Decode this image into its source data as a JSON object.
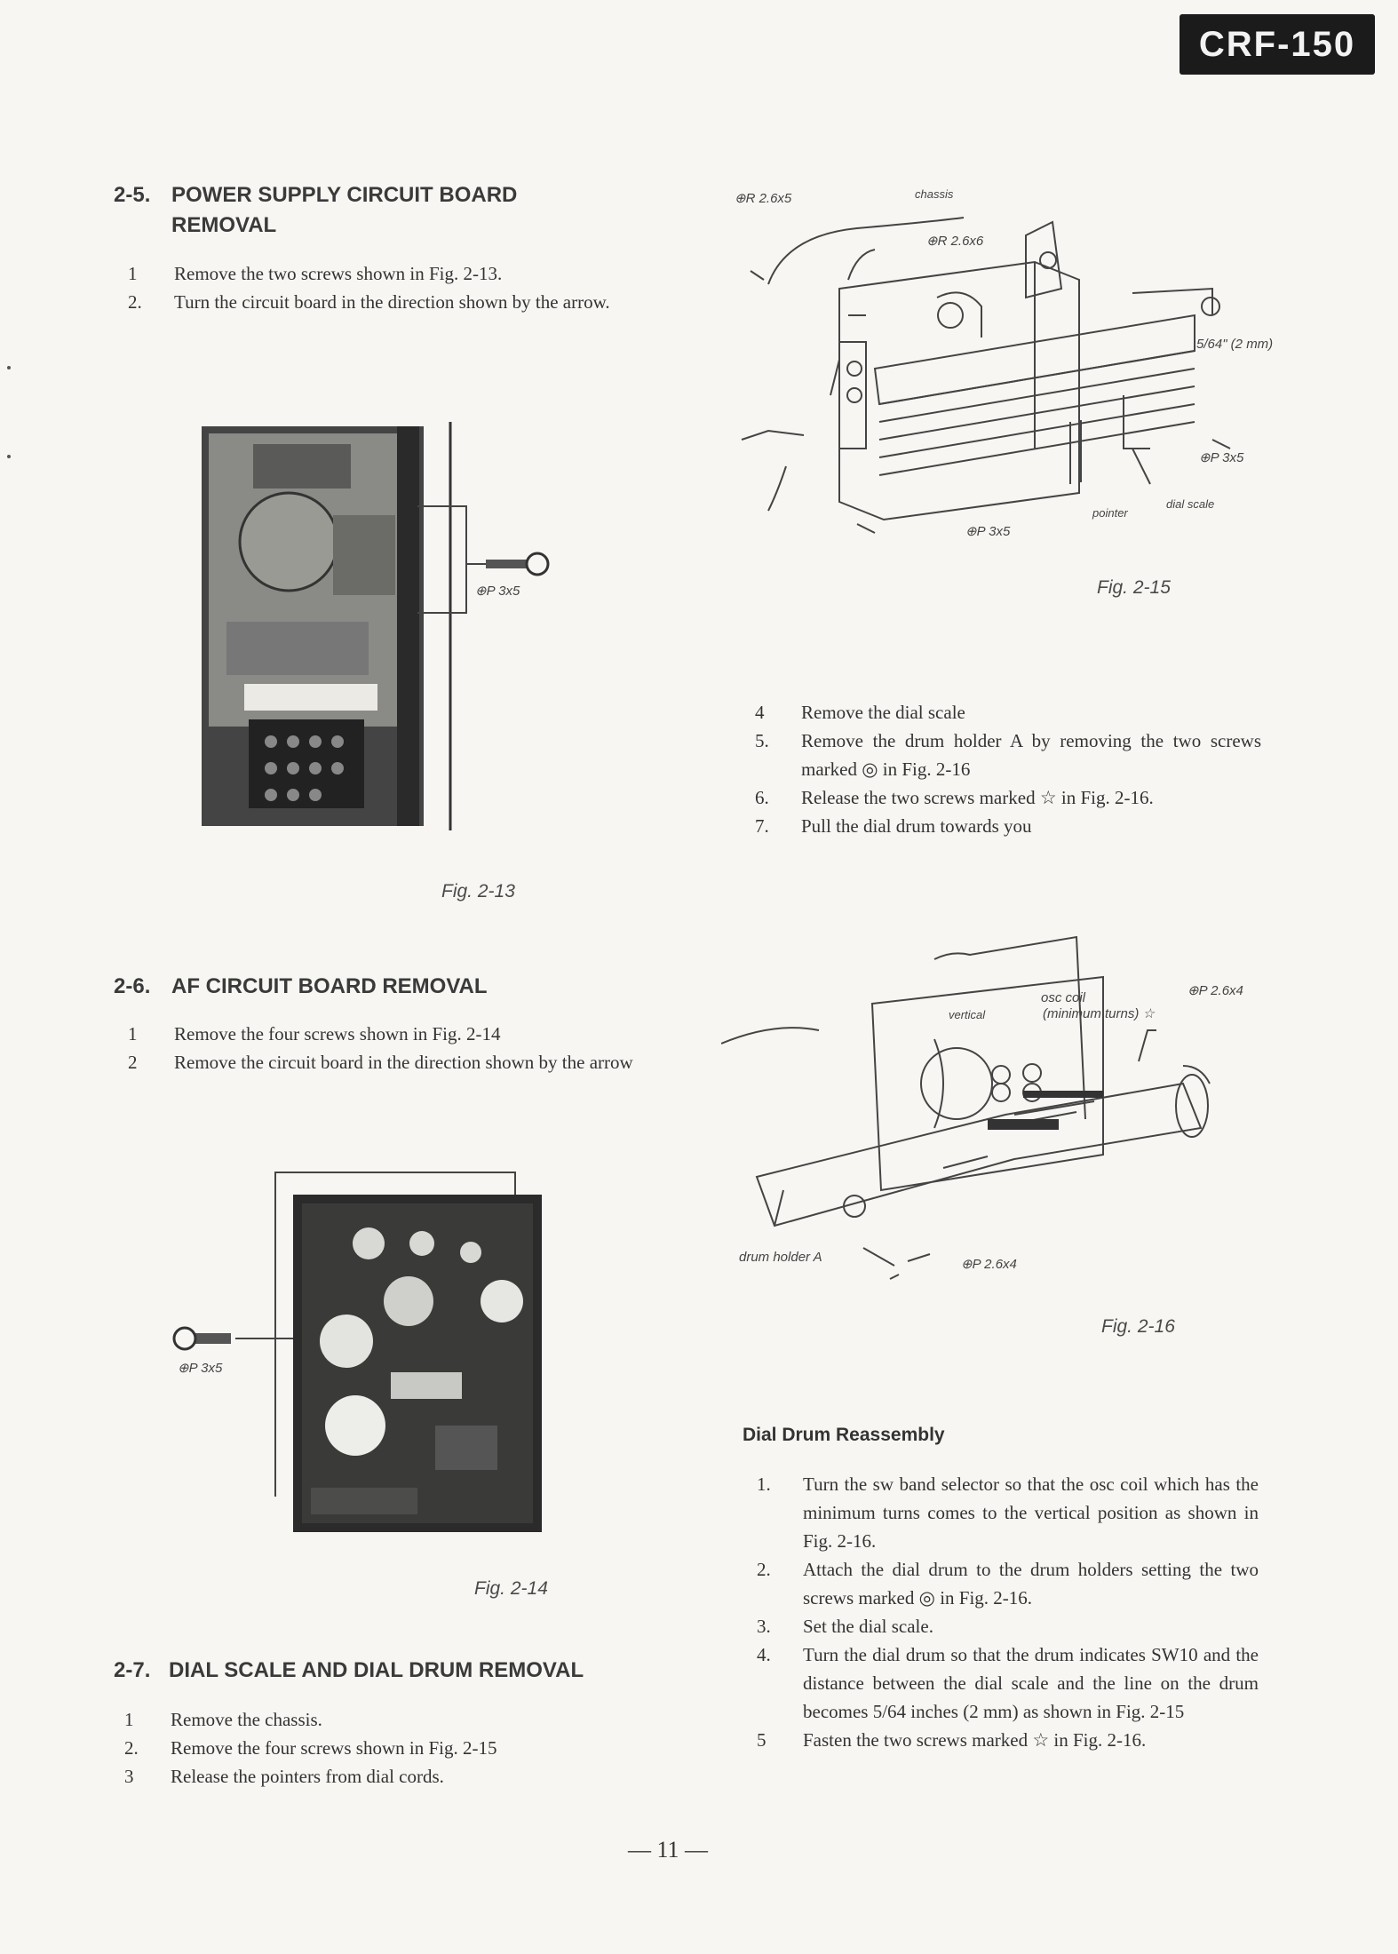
{
  "header": {
    "model_badge": "CRF-150"
  },
  "left_column": {
    "section_2_5": {
      "number": "2-5.",
      "title_line1": "POWER SUPPLY CIRCUIT BOARD",
      "title_line2": "REMOVAL",
      "steps": [
        {
          "n": "1",
          "text": "Remove the two screws shown in Fig. 2-13."
        },
        {
          "n": "2.",
          "text": "Turn the circuit board in the direction shown by the arrow."
        }
      ],
      "figure": {
        "screw_label": "⊕P 3x5",
        "caption": "Fig. 2-13"
      }
    },
    "section_2_6": {
      "number": "2-6.",
      "title": "AF CIRCUIT BOARD REMOVAL",
      "steps": [
        {
          "n": "1",
          "text": "Remove the four screws shown in Fig. 2-14"
        },
        {
          "n": "2",
          "text": "Remove the circuit board in the direction shown by the arrow"
        }
      ],
      "figure": {
        "screw_label": "⊕P 3x5",
        "caption": "Fig. 2-14"
      }
    },
    "section_2_7": {
      "number": "2-7.",
      "title": "DIAL SCALE AND DIAL DRUM REMOVAL",
      "steps": [
        {
          "n": "1",
          "text": "Remove the chassis."
        },
        {
          "n": "2.",
          "text": "Remove the four screws shown in Fig. 2-15"
        },
        {
          "n": "3",
          "text": "Release the pointers from dial cords."
        }
      ]
    }
  },
  "right_column": {
    "fig_2_15": {
      "labels": {
        "screw_top_left": "⊕R 2.6x5",
        "chassis": "chassis",
        "screw_top_mid": "⊕R 2.6x6",
        "gap": "5/64\" (2 mm)",
        "screw_right": "⊕P 3x5",
        "pointer": "pointer",
        "dial_scale": "dial scale",
        "screw_bottom": "⊕P 3x5"
      },
      "caption": "Fig. 2-15"
    },
    "steps_4_7": [
      {
        "n": "4",
        "text": "Remove the dial scale"
      },
      {
        "n": "5.",
        "text": "Remove the drum holder A by removing the two screws marked ◎ in Fig. 2-16"
      },
      {
        "n": "6.",
        "text": "Release the two screws marked ☆ in Fig. 2-16."
      },
      {
        "n": "7.",
        "text": "Pull the dial drum towards you"
      }
    ],
    "fig_2_16": {
      "labels": {
        "vertical": "vertical",
        "osc_coil": "osc coil",
        "min_turns": "(minimum turns) ☆",
        "screw_top": "⊕P 2.6x4",
        "drum_holder": "drum holder A",
        "screw_bottom": "⊕P 2.6x4"
      },
      "caption": "Fig. 2-16"
    },
    "reassembly": {
      "title": "Dial Drum Reassembly",
      "steps": [
        {
          "n": "1.",
          "text": "Turn the sw band selector so that the osc coil which has the minimum turns comes to the vertical position as shown in Fig. 2-16."
        },
        {
          "n": "2.",
          "text": "Attach the dial drum to the drum holders setting the two screws marked ◎ in Fig. 2-16."
        },
        {
          "n": "3.",
          "text": "Set the dial scale."
        },
        {
          "n": "4.",
          "text": "Turn the dial drum so that the drum indicates SW10 and the distance between the dial scale and the line on the drum becomes 5/64 inches (2 mm) as shown in Fig. 2-15"
        },
        {
          "n": "5",
          "text": "Fasten the two screws marked ☆ in Fig. 2-16."
        }
      ]
    }
  },
  "footer": {
    "page_number": "— 11 —"
  }
}
